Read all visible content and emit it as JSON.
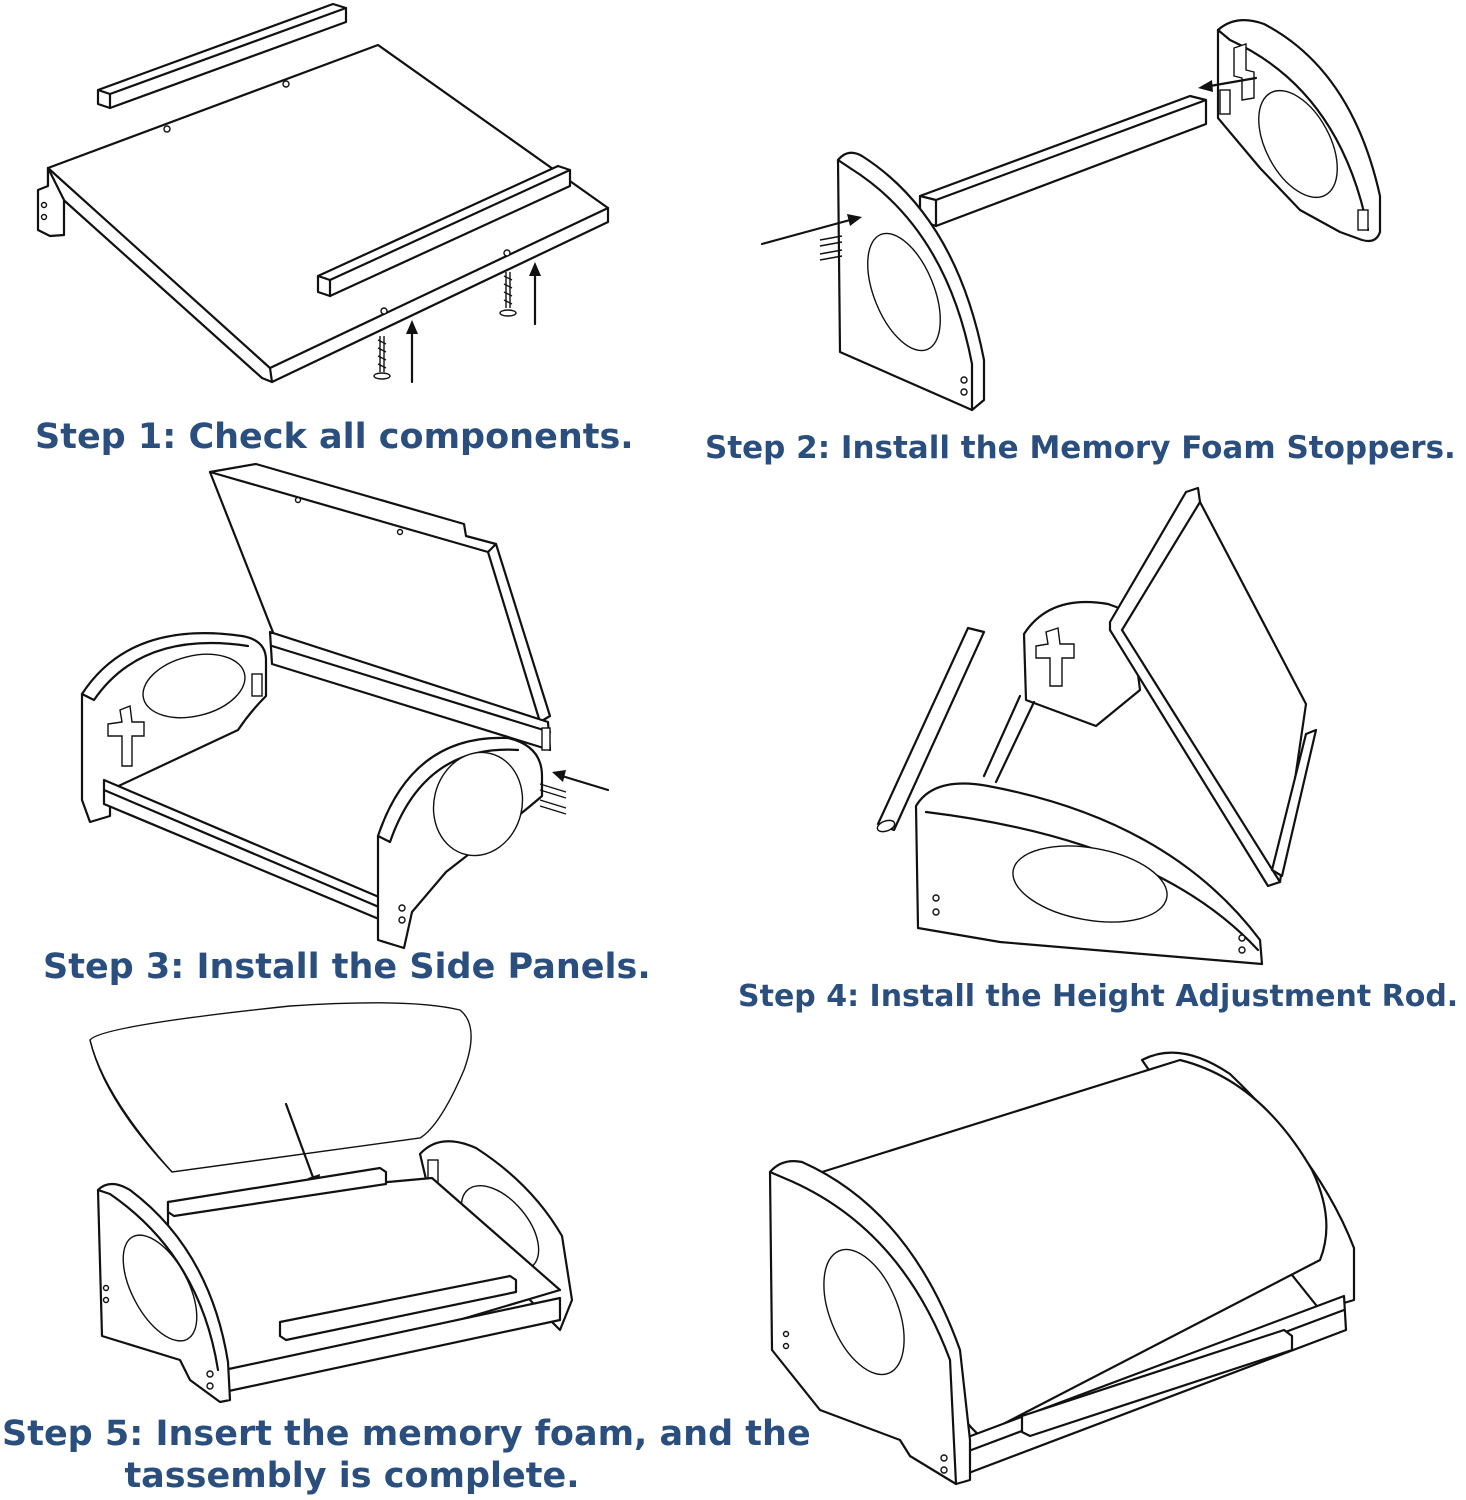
{
  "colors": {
    "caption": "#2a4f7e",
    "line": "#111111",
    "background": "#ffffff"
  },
  "steps": [
    {
      "label": "Step 1: Check all components."
    },
    {
      "label": "Step 2: Install the Memory Foam Stoppers."
    },
    {
      "label": "Step 3: Install the Side Panels."
    },
    {
      "label": "Step 4: Install the Height Adjustment Rod."
    },
    {
      "label": "Step 5: Insert the memory foam, and the\ntassembly is complete."
    }
  ]
}
